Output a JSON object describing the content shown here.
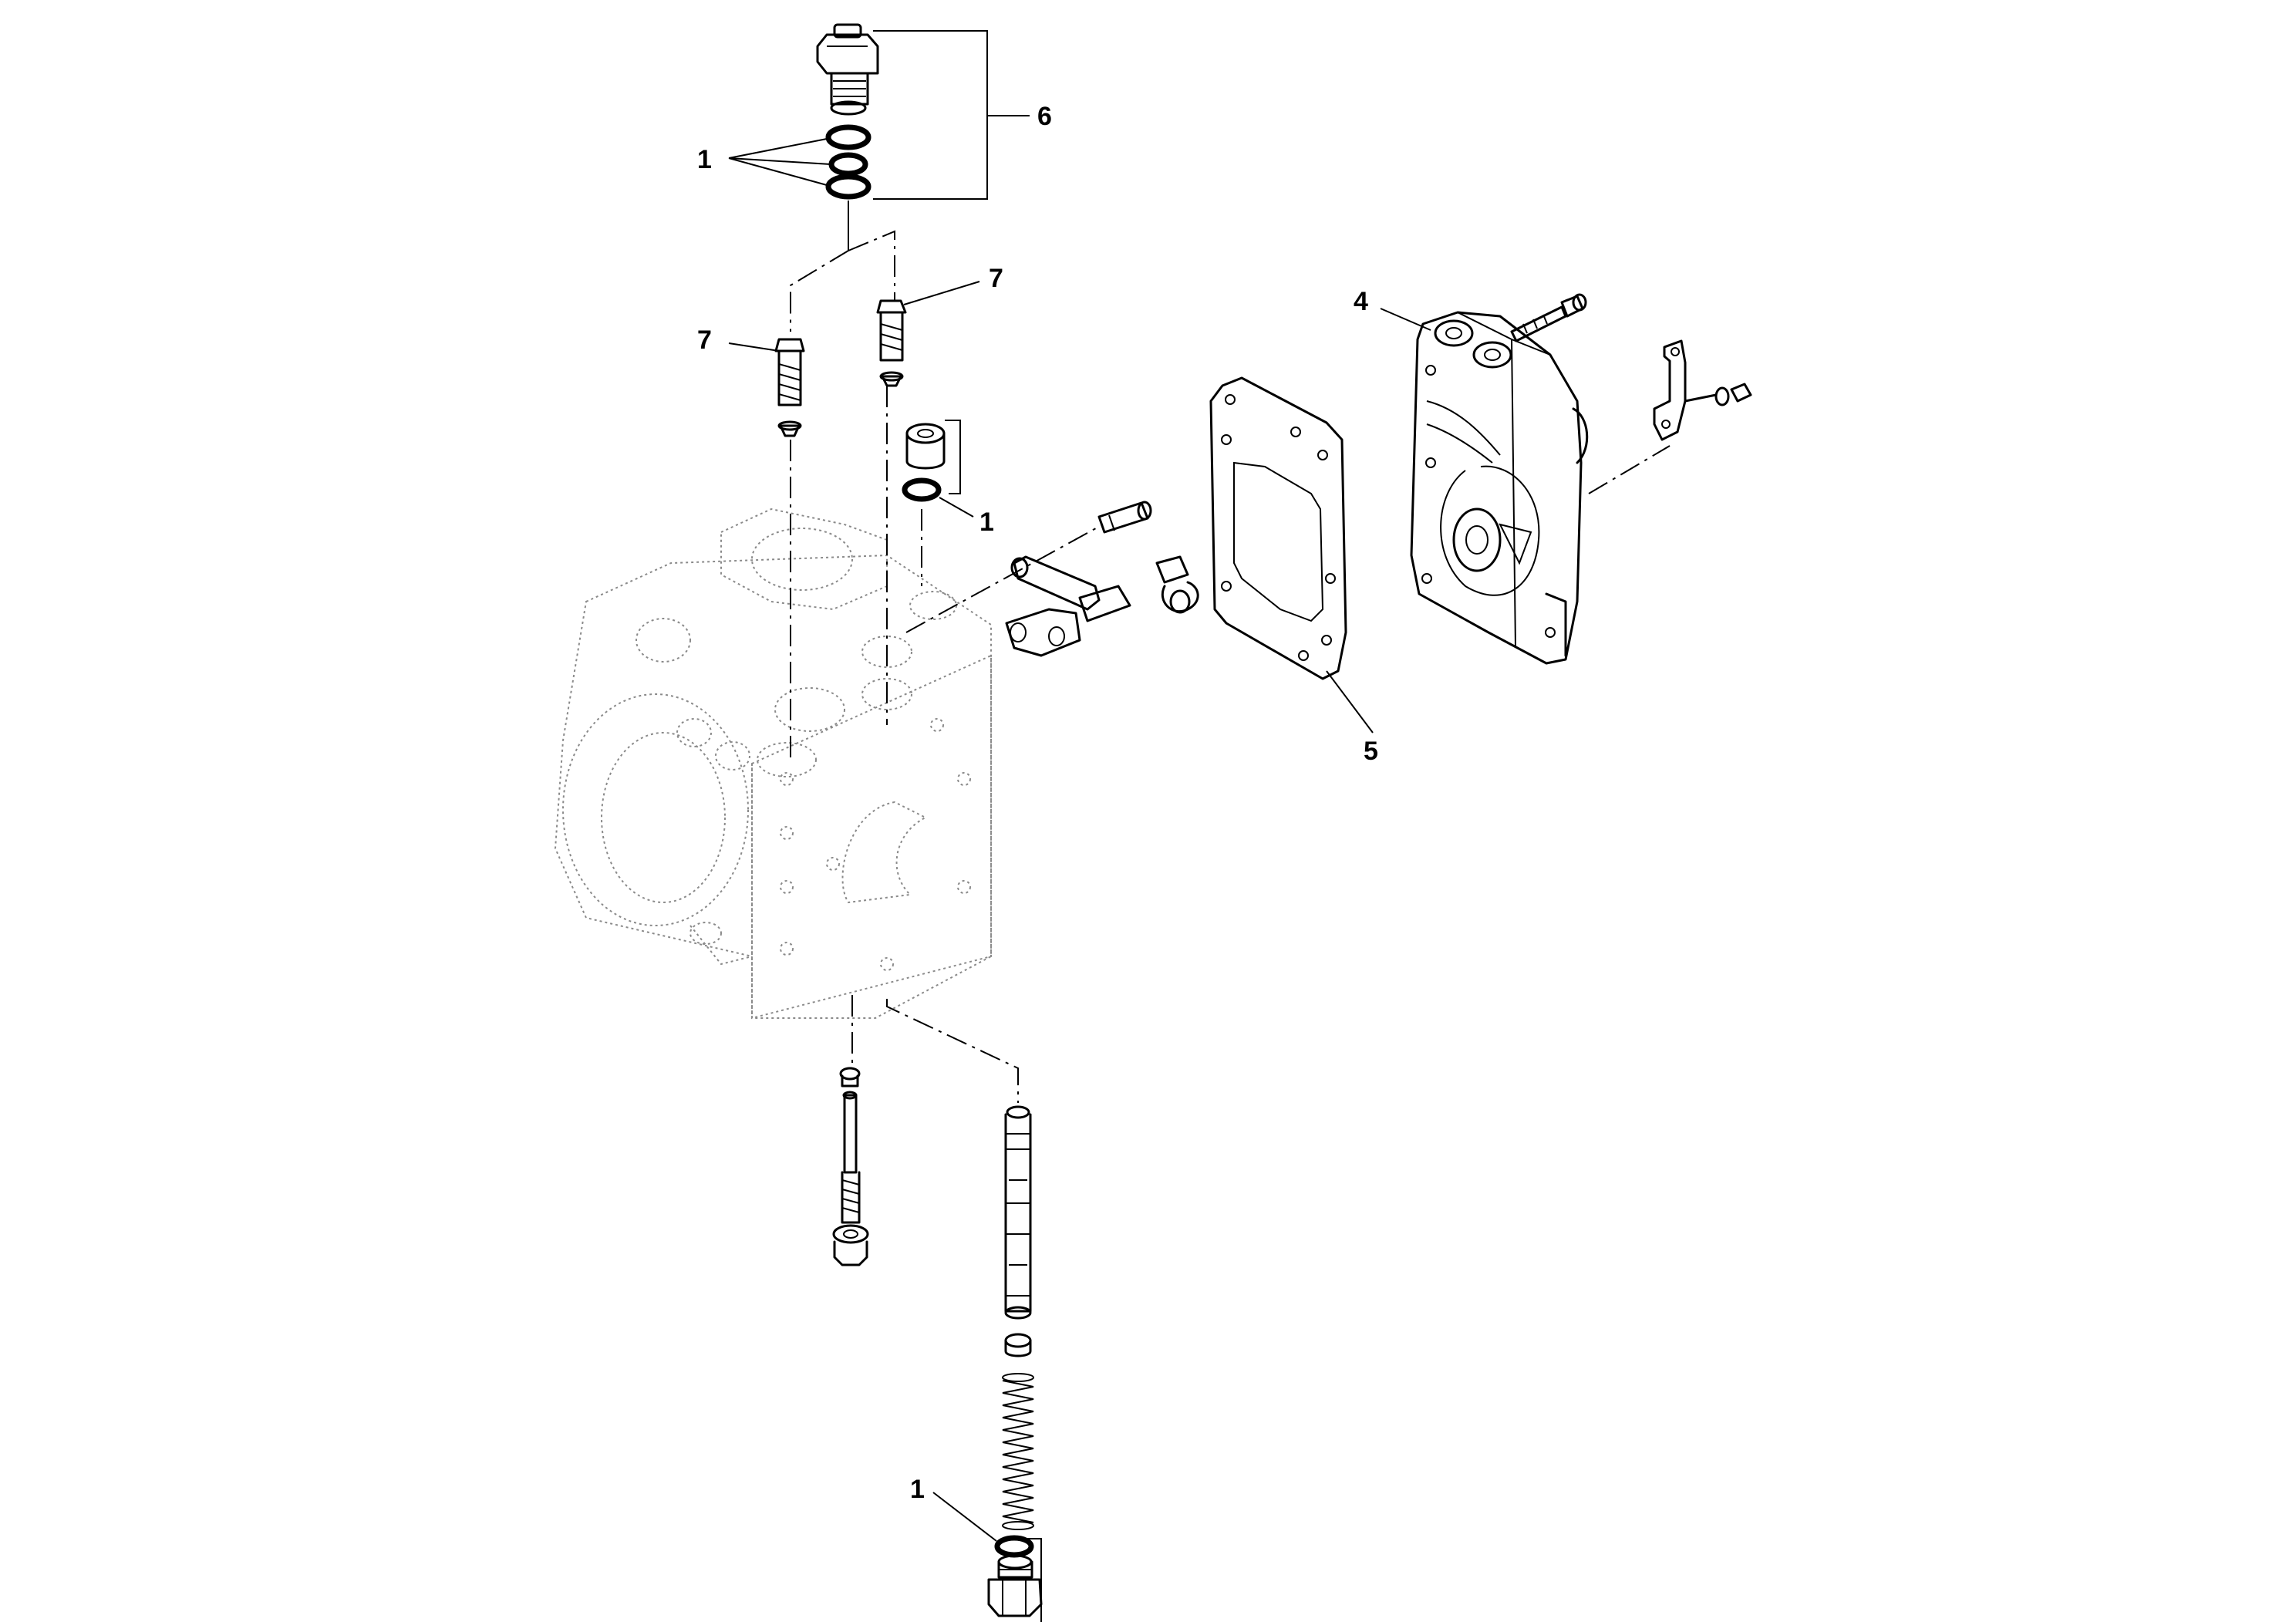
{
  "callouts": {
    "oring_top": "1",
    "oring_plug": "1",
    "oring_bottom": "1",
    "cover": "4",
    "gasket": "5",
    "valve_assembly": "6",
    "check_valve_left": "7",
    "check_valve_right": "7"
  },
  "colors": {
    "line": "#000000",
    "ghost_housing": "#8a8a8a",
    "background": "#ffffff"
  }
}
